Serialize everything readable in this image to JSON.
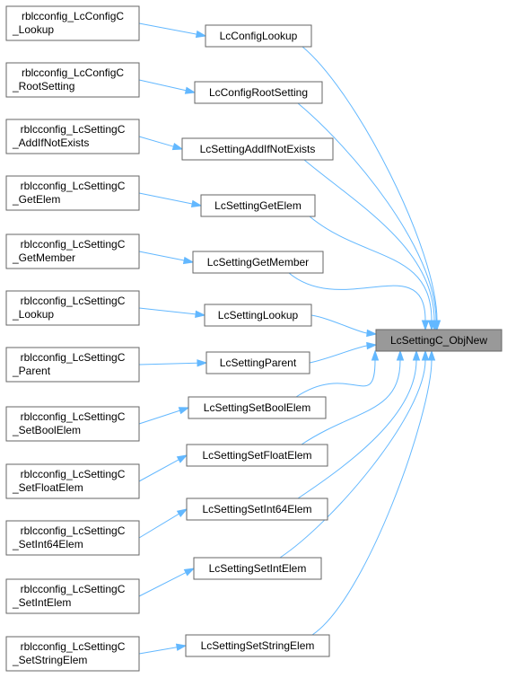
{
  "diagram": {
    "colors": {
      "edge": "#63b8ff",
      "node_border": "#666666",
      "node_fill": "#ffffff",
      "target_fill": "#999999"
    },
    "target": {
      "id": "target",
      "label": "LcSettingC_ObjNew"
    },
    "middle": [
      {
        "id": "m0",
        "label": "LcConfigLookup"
      },
      {
        "id": "m1",
        "label": "LcConfigRootSetting"
      },
      {
        "id": "m2",
        "label": "LcSettingAddIfNotExists"
      },
      {
        "id": "m3",
        "label": "LcSettingGetElem"
      },
      {
        "id": "m4",
        "label": "LcSettingGetMember"
      },
      {
        "id": "m5",
        "label": "LcSettingLookup"
      },
      {
        "id": "m6",
        "label": "LcSettingParent"
      },
      {
        "id": "m7",
        "label": "LcSettingSetBoolElem"
      },
      {
        "id": "m8",
        "label": "LcSettingSetFloatElem"
      },
      {
        "id": "m9",
        "label": "LcSettingSetInt64Elem"
      },
      {
        "id": "m10",
        "label": "LcSettingSetIntElem"
      },
      {
        "id": "m11",
        "label": "LcSettingSetStringElem"
      }
    ],
    "left": [
      {
        "id": "l0",
        "line1": "rblcconfig_LcConfigC",
        "line2": "_Lookup"
      },
      {
        "id": "l1",
        "line1": "rblcconfig_LcConfigC",
        "line2": "_RootSetting"
      },
      {
        "id": "l2",
        "line1": "rblcconfig_LcSettingC",
        "line2": "_AddIfNotExists"
      },
      {
        "id": "l3",
        "line1": "rblcconfig_LcSettingC",
        "line2": "_GetElem"
      },
      {
        "id": "l4",
        "line1": "rblcconfig_LcSettingC",
        "line2": "_GetMember"
      },
      {
        "id": "l5",
        "line1": "rblcconfig_LcSettingC",
        "line2": "_Lookup"
      },
      {
        "id": "l6",
        "line1": "rblcconfig_LcSettingC",
        "line2": "_Parent"
      },
      {
        "id": "l7",
        "line1": "rblcconfig_LcSettingC",
        "line2": "_SetBoolElem"
      },
      {
        "id": "l8",
        "line1": "rblcconfig_LcSettingC",
        "line2": "_SetFloatElem"
      },
      {
        "id": "l9",
        "line1": "rblcconfig_LcSettingC",
        "line2": "_SetInt64Elem"
      },
      {
        "id": "l10",
        "line1": "rblcconfig_LcSettingC",
        "line2": "_SetIntElem"
      },
      {
        "id": "l11",
        "line1": "rblcconfig_LcSettingC",
        "line2": "_SetStringElem"
      }
    ]
  }
}
